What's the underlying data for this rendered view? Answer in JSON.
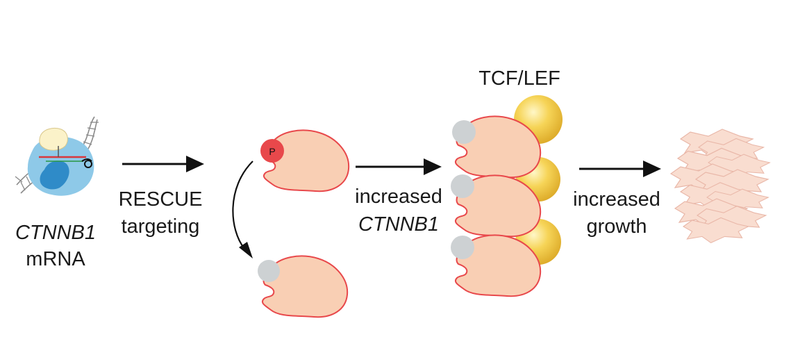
{
  "labels": {
    "mrna_gene": "CTNNB1",
    "mrna_suffix": "mRNA",
    "step1_line1": "RESCUE",
    "step1_line2": "targeting",
    "step2_line1": "increased",
    "step2_line2": "CTNNB1",
    "complex_label": "TCF/LEF",
    "step3_line1": "increased",
    "step3_line2": "growth",
    "phospho_mark": "P"
  },
  "colors": {
    "protein_fill": "#f9cfb4",
    "protein_stroke": "#e8484b",
    "phospho": "#e8484b",
    "grey_mark": "#cdd1d3",
    "gold": "#f3c943",
    "cas_blue": "#8ec9e8",
    "cas_dark": "#2f8bc8",
    "arrow": "#111111",
    "cell_fill": "#f9ddd0",
    "cell_stroke": "#e9b7a8"
  },
  "icons": [
    "rescue-complex-icon",
    "phospho-protein-icon",
    "protein-icon",
    "tcf-lef-complex-icon",
    "cells-icon",
    "arrow-icon"
  ]
}
